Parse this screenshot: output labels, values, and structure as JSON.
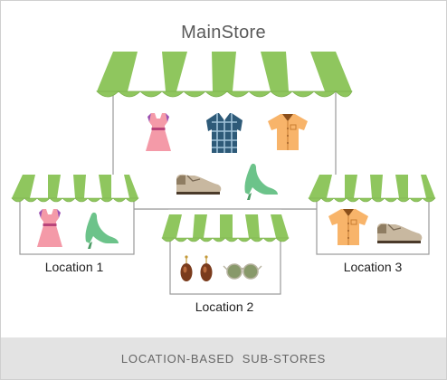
{
  "diagram": {
    "main_store_label": "MainStore",
    "locations": [
      {
        "label": "Location 1"
      },
      {
        "label": "Location 2"
      },
      {
        "label": "Location 3"
      }
    ],
    "footer_label": "LOCATION-BASED  SUB-STORES"
  },
  "colors": {
    "awning_green": "#8fc65e",
    "awning_white": "#ffffff",
    "store_border": "#9a9a9a",
    "footer_bg": "#e3e3e3",
    "dress": "#f49aa8",
    "dress_belt": "#b9447a",
    "plaid_shirt": "#2e5a78",
    "orange_shirt": "#f8b46a",
    "shoe_beige": "#c8b8a0",
    "heel_green": "#6cc38a",
    "earring_brown": "#7a3b1c",
    "sunglass_lens": "#88996a"
  },
  "icons": [
    "dress-icon",
    "plaid-shirt-icon",
    "orange-shirt-icon",
    "men-shoe-icon",
    "high-heel-icon",
    "earrings-icon",
    "sunglasses-icon"
  ]
}
